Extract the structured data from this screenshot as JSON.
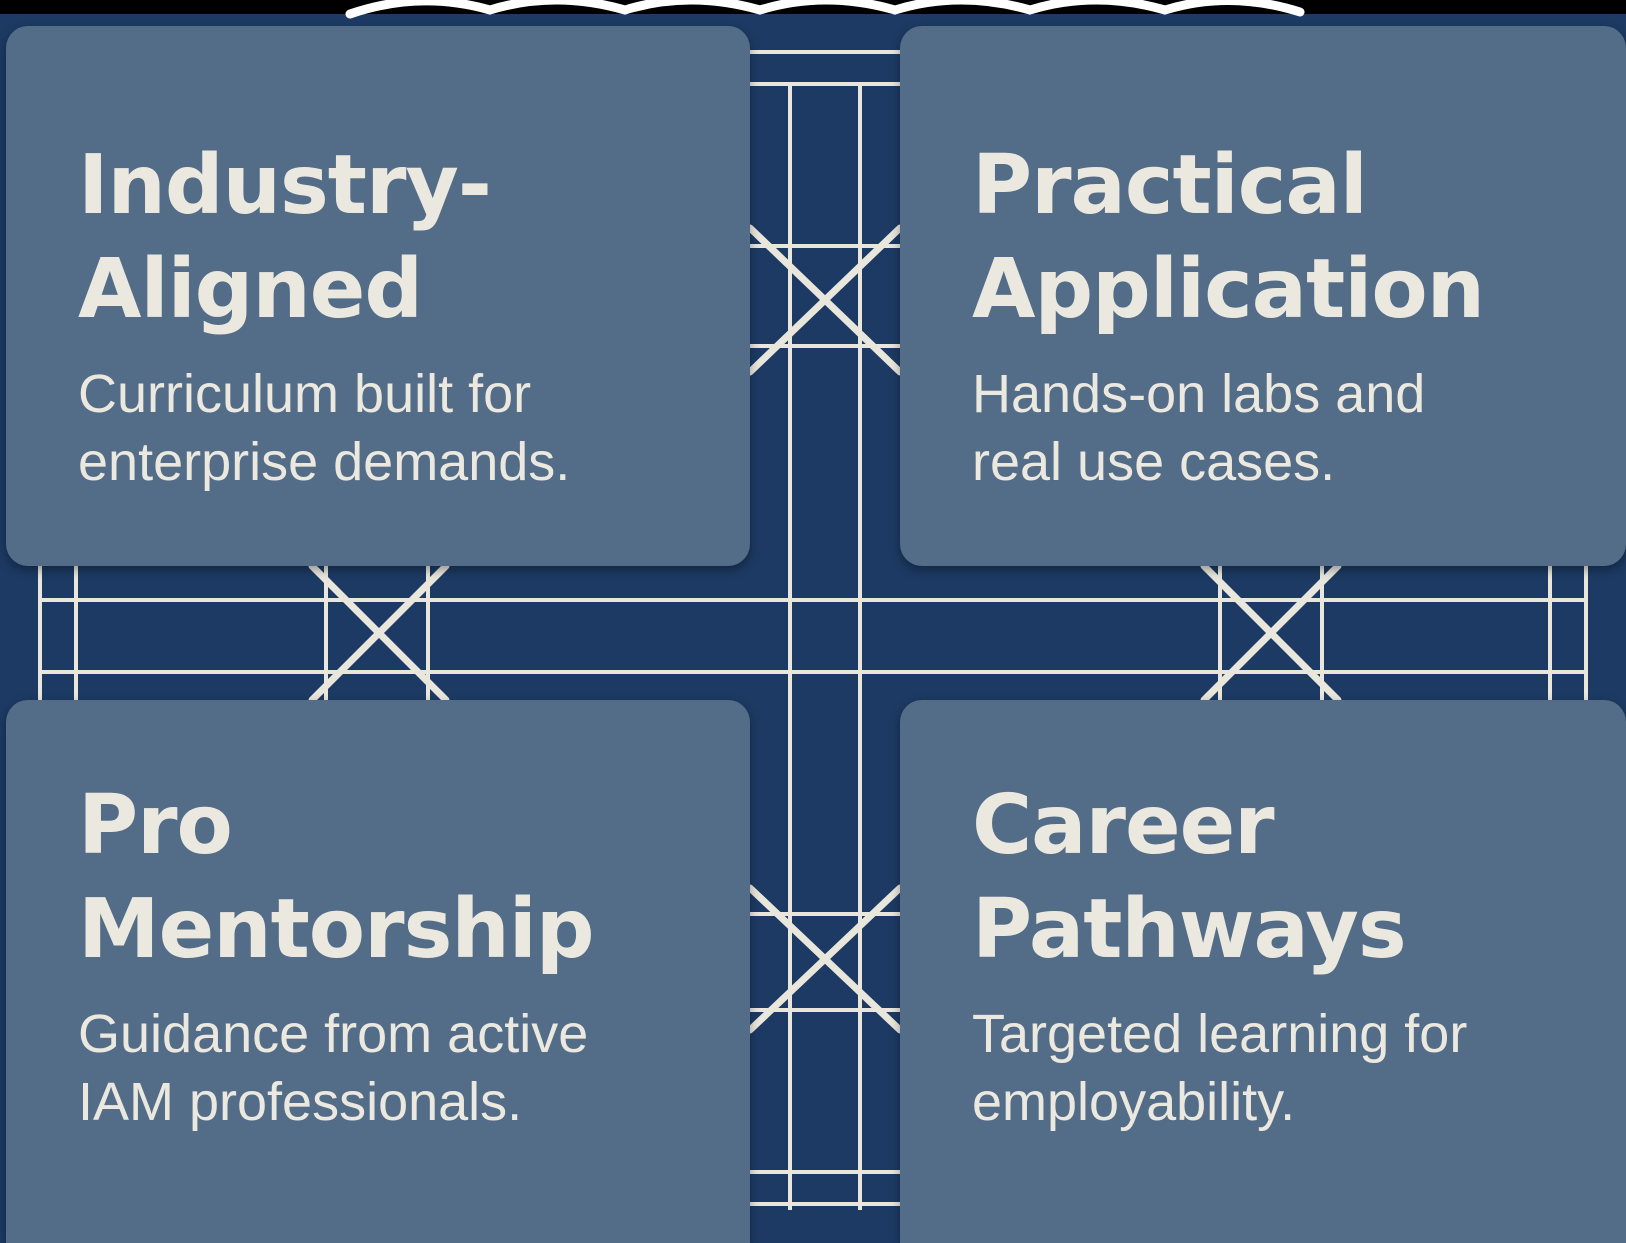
{
  "theme": {
    "background": "#1c3a63",
    "card_color": "#536c88",
    "text_color": "#ebe9df",
    "lattice_color": "#e9e6dc"
  },
  "cards": [
    {
      "title_line_1": "Industry-",
      "title_line_2": "Aligned",
      "desc_line_1": "Curriculum built for",
      "desc_line_2": "enterprise demands."
    },
    {
      "title_line_1": "Practical",
      "title_line_2": "Application",
      "desc_line_1": "Hands-on labs and",
      "desc_line_2": "real use cases."
    },
    {
      "title_line_1": "Pro",
      "title_line_2": "Mentorship",
      "desc_line_1": "Guidance from active",
      "desc_line_2": "IAM professionals."
    },
    {
      "title_line_1": "Career",
      "title_line_2": "Pathways",
      "desc_line_1": "Targeted learning for",
      "desc_line_2": "employability."
    }
  ]
}
